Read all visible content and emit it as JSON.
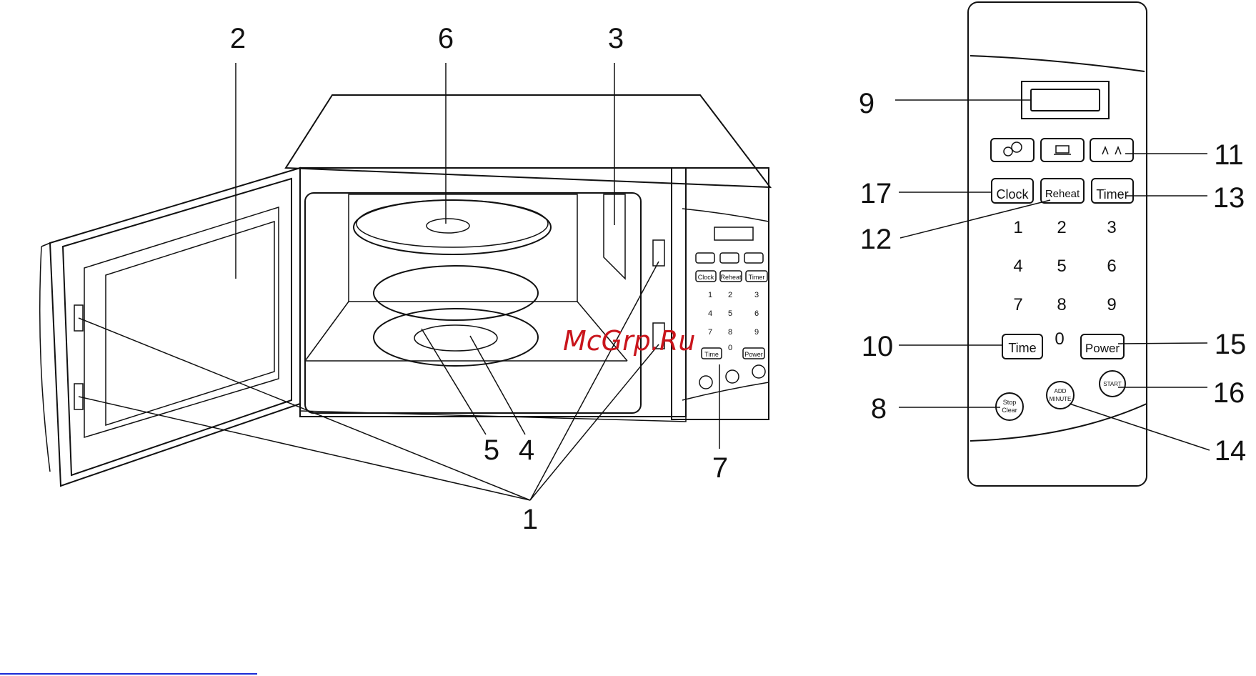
{
  "callouts": {
    "c1": "1",
    "c2": "2",
    "c3": "3",
    "c4": "4",
    "c5": "5",
    "c6": "6",
    "c7": "7",
    "c8": "8",
    "c9": "9",
    "c10": "10",
    "c11": "11",
    "c12": "12",
    "c13": "13",
    "c14": "14",
    "c15": "15",
    "c16": "16",
    "c17": "17"
  },
  "panel": {
    "clock": "Clock",
    "reheat": "Reheat",
    "timer": "Timer",
    "time": "Time",
    "power": "Power",
    "digits": [
      "1",
      "2",
      "3",
      "4",
      "5",
      "6",
      "7",
      "8",
      "9",
      "0"
    ],
    "stop_line1": "Stop",
    "stop_line2": "Clear",
    "add_line1": "ADD",
    "add_line2": "MINUTE",
    "start": "START"
  },
  "watermark": "McGrp.Ru",
  "colors": {
    "watermark": "#c9151c",
    "rule": "#1a2bd6"
  }
}
